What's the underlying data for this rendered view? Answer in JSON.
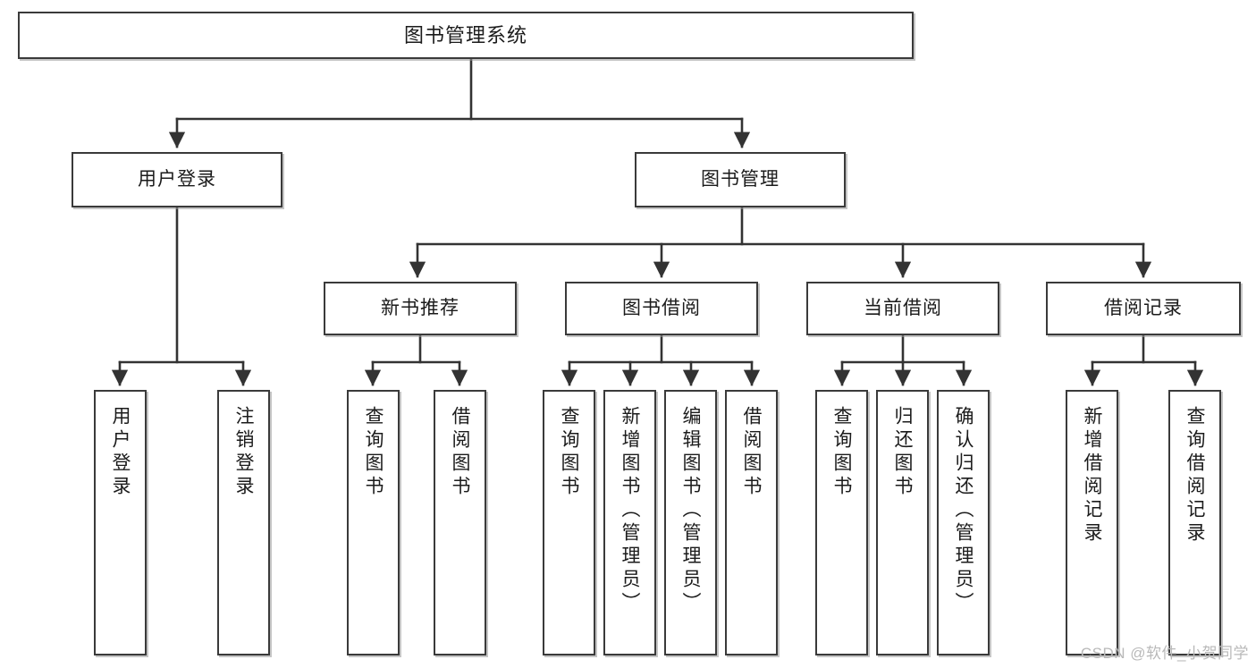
{
  "diagram": {
    "title": "图书管理系统",
    "type": "tree",
    "watermark": "CSDN @软件_小贺同学",
    "colors": {
      "box_border": "#3a3a3a",
      "box_fill": "#ffffff",
      "connector": "#333333",
      "text": "#1b1b1b",
      "watermark": "#b9b9b9",
      "background": "#ffffff"
    },
    "nodes": {
      "root": {
        "label": "图书管理系统",
        "level": 1
      },
      "level2": [
        {
          "id": "user-login",
          "label": "用户登录",
          "level": 2
        },
        {
          "id": "book-management",
          "label": "图书管理",
          "level": 2
        }
      ],
      "level3": [
        {
          "id": "new-book-recommend",
          "label": "新书推荐",
          "level": 3
        },
        {
          "id": "book-borrow",
          "label": "图书借阅",
          "level": 3
        },
        {
          "id": "current-borrow",
          "label": "当前借阅",
          "level": 3
        },
        {
          "id": "borrow-record",
          "label": "借阅记录",
          "level": 3
        }
      ],
      "leaves": [
        {
          "id": "leaf-user-login",
          "label": "用户登录",
          "parent": "user-login"
        },
        {
          "id": "leaf-logout",
          "label": "注销登录",
          "parent": "user-login"
        },
        {
          "id": "leaf-query-book-1",
          "label": "查询图书",
          "parent": "new-book-recommend"
        },
        {
          "id": "leaf-borrow-book-1",
          "label": "借阅图书",
          "parent": "new-book-recommend"
        },
        {
          "id": "leaf-query-book-2",
          "label": "查询图书",
          "parent": "book-borrow"
        },
        {
          "id": "leaf-add-book",
          "label": "新增图书（管理员）",
          "parent": "book-borrow"
        },
        {
          "id": "leaf-edit-book",
          "label": "编辑图书（管理员）",
          "parent": "book-borrow"
        },
        {
          "id": "leaf-borrow-book-2",
          "label": "借阅图书",
          "parent": "book-borrow"
        },
        {
          "id": "leaf-query-book-3",
          "label": "查询图书",
          "parent": "current-borrow"
        },
        {
          "id": "leaf-return-book",
          "label": "归还图书",
          "parent": "current-borrow"
        },
        {
          "id": "leaf-confirm-return",
          "label": "确认归还（管理员）",
          "parent": "current-borrow"
        },
        {
          "id": "leaf-add-record",
          "label": "新增借阅记录",
          "parent": "borrow-record"
        },
        {
          "id": "leaf-query-record",
          "label": "查询借阅记录",
          "parent": "borrow-record"
        }
      ]
    }
  }
}
